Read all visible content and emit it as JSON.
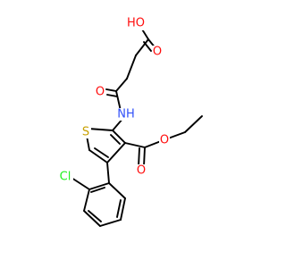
{
  "atoms": {
    "hydroxyl_o": {
      "label": "HO"
    },
    "acid_carbonyl_o": {
      "label": "O"
    },
    "amide_carbonyl_o": {
      "label": "O"
    },
    "amide_nh": {
      "label": "NH"
    },
    "thiophene_s": {
      "label": "S"
    },
    "ester_carbonyl_o": {
      "label": "O"
    },
    "ester_ether_o": {
      "label": "O"
    },
    "chlorine": {
      "label": "Cl"
    }
  },
  "colors": {
    "carbon_bond": "#000000",
    "oxygen": "#ff0d0d",
    "nitrogen": "#3050f8",
    "sulfur": "#c8a000",
    "chlorine": "#1ff01f",
    "background": "#ffffff"
  }
}
